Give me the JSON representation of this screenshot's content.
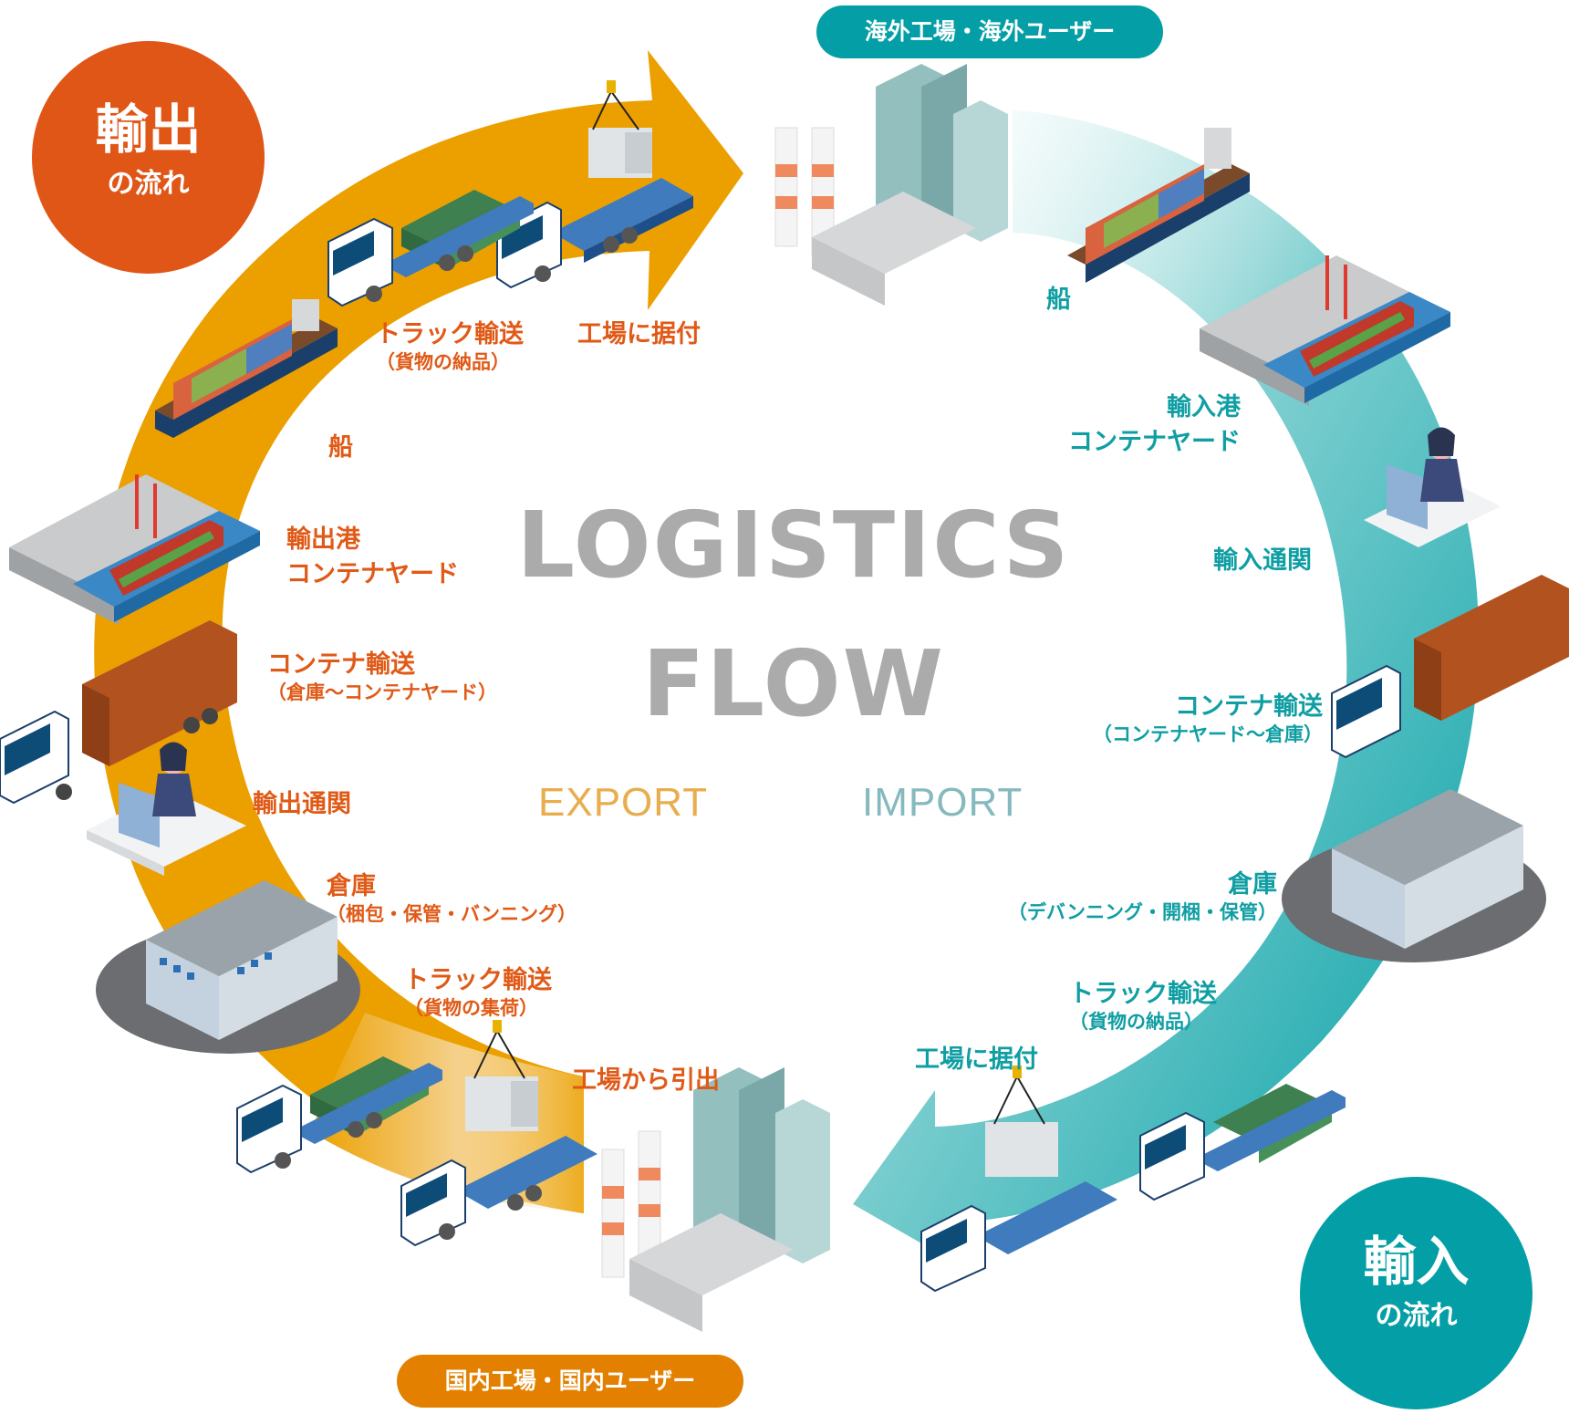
{
  "colors": {
    "export_orange": "#eba000",
    "export_text": "#e05a17",
    "export_circle": "#e05617",
    "export_pill": "#e38000",
    "import_teal": "#05a0a6",
    "import_text": "#0f9ea3",
    "title_gray": "#ababab",
    "export_word": "#e8ad4e",
    "import_word": "#86b9bd"
  },
  "title": {
    "line1": "LOGISTICS",
    "line2": "FLOW"
  },
  "sections": {
    "export": "EXPORT",
    "import": "IMPORT"
  },
  "export_badge": {
    "main": "輸出",
    "sub": "の流れ"
  },
  "import_badge": {
    "main": "輸入",
    "sub": "の流れ"
  },
  "overseas_pill": "海外工場・海外ユーザー",
  "domestic_pill": "国内工場・国内ユーザー",
  "export_steps": [
    {
      "main": "工場から引出",
      "sub": "",
      "illustration": "crane-lifting-machine-onto-truck"
    },
    {
      "main": "トラック輸送",
      "sub": "（貨物の集荷）",
      "illustration": "flatbed-truck-with-cargo"
    },
    {
      "main": "倉庫",
      "sub": "（梱包・保管・バンニング）",
      "illustration": "warehouse"
    },
    {
      "main": "輸出通関",
      "sub": "",
      "illustration": "customs-officer-at-desk"
    },
    {
      "main": "コンテナ輸送",
      "sub": "（倉庫〜コンテナヤード）",
      "illustration": "container-trailer-truck"
    },
    {
      "main": "輸出港",
      "sub": "コンテナヤード",
      "illustration": "port-container-yard"
    },
    {
      "main": "船",
      "sub": "",
      "illustration": "container-ship"
    },
    {
      "main": "トラック輸送",
      "sub": "（貨物の納品）",
      "illustration": "flatbed-truck-with-cargo"
    },
    {
      "main": "工場に据付",
      "sub": "",
      "illustration": "crane-lifting-machine-onto-truck"
    }
  ],
  "import_steps": [
    {
      "main": "船",
      "sub": "",
      "illustration": "container-ship"
    },
    {
      "main": "輸入港",
      "sub": "コンテナヤード",
      "illustration": "port-container-yard"
    },
    {
      "main": "輸入通関",
      "sub": "",
      "illustration": "customs-officer-at-desk"
    },
    {
      "main": "コンテナ輸送",
      "sub": "（コンテナヤード〜倉庫）",
      "illustration": "container-trailer-truck"
    },
    {
      "main": "倉庫",
      "sub": "（デバンニング・開梱・保管）",
      "illustration": "warehouse"
    },
    {
      "main": "トラック輸送",
      "sub": "（貨物の納品）",
      "illustration": "flatbed-truck-with-cargo"
    },
    {
      "main": "工場に据付",
      "sub": "",
      "illustration": "crane-lifting-machine-onto-truck"
    }
  ]
}
